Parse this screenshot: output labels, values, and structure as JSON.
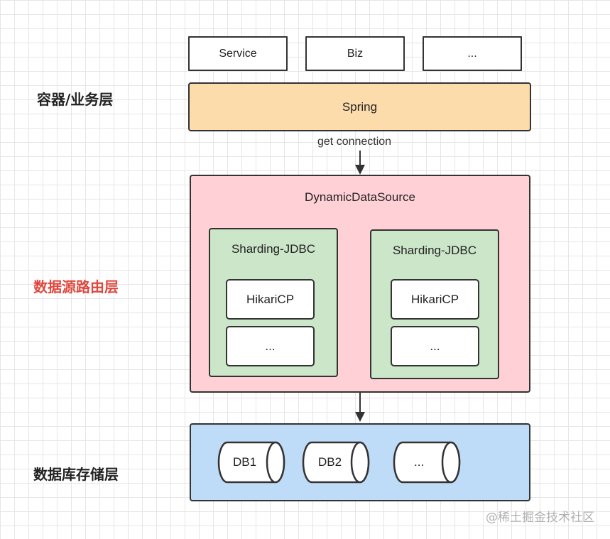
{
  "layers": {
    "business": "容器/业务层",
    "routing": "数据源路由层",
    "storage": "数据库存储层"
  },
  "top_boxes": [
    "Service",
    "Biz",
    "..."
  ],
  "spring": "Spring",
  "connection_label": "get connection",
  "dynamic_data_source": {
    "title": "DynamicDataSource",
    "sharding": [
      {
        "title": "Sharding-JDBC",
        "pools": [
          "HikariCP",
          "..."
        ]
      },
      {
        "title": "Sharding-JDBC",
        "pools": [
          "HikariCP",
          "..."
        ]
      }
    ]
  },
  "databases": [
    "DB1",
    "DB2",
    "..."
  ],
  "watermark": "@稀土掘金技术社区",
  "colors": {
    "spring_fill": "#fcdcab",
    "routing_fill": "#ffd0d6",
    "sharding_fill": "#cbe6c8",
    "storage_fill": "#bedcf7",
    "routing_label": "#e0483e"
  }
}
